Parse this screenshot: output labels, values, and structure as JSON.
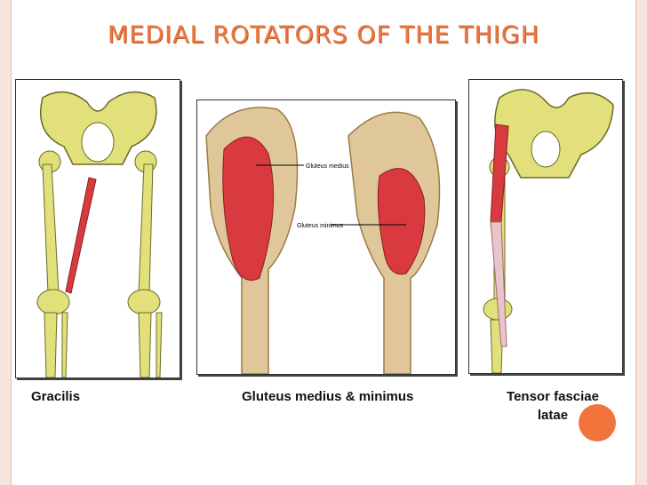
{
  "slide": {
    "title": "MEDIAL ROTATORS OF THE THIGH",
    "panels": [
      {
        "caption": "Gracilis"
      },
      {
        "caption": "Gluteus medius & minimus",
        "labels": [
          "Gluteus medius",
          "Gluteus minimus"
        ]
      },
      {
        "caption_line1": "Tensor fasciae",
        "caption_line2": "latae"
      }
    ]
  },
  "colors": {
    "accent": "#f0743c",
    "bone": "#e2e07a",
    "muscle": "#d83a3f",
    "title": "#e9793f"
  }
}
